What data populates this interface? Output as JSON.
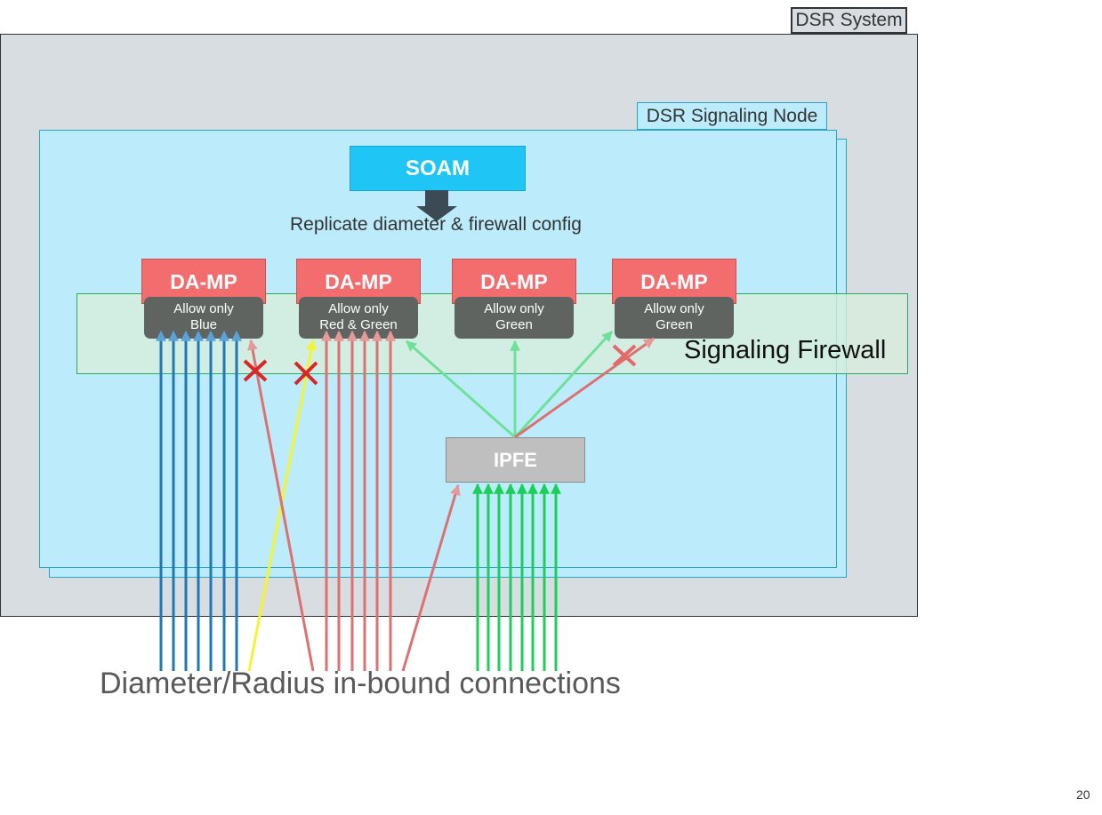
{
  "system": {
    "label": "DSR System"
  },
  "node": {
    "label": "DSR Signaling Node"
  },
  "soam": {
    "label": "SOAM"
  },
  "replicate": {
    "text": "Replicate diameter & firewall config"
  },
  "damps": [
    {
      "label": "DA-MP",
      "allow_line1": "Allow only",
      "allow_line2": "Blue"
    },
    {
      "label": "DA-MP",
      "allow_line1": "Allow only",
      "allow_line2": "Red & Green"
    },
    {
      "label": "DA-MP",
      "allow_line1": "Allow only",
      "allow_line2": "Green"
    },
    {
      "label": "DA-MP",
      "allow_line1": "Allow only",
      "allow_line2": "Green"
    }
  ],
  "firewall": {
    "label": "Signaling Firewall"
  },
  "ipfe": {
    "label": "IPFE"
  },
  "inbound": {
    "label": "Diameter/Radius in-bound connections"
  },
  "page": {
    "number": "20"
  },
  "colors": {
    "blue": "#1f77b4",
    "red": "#dd7070",
    "green": "#1ccf5a",
    "yellow": "#f4f430",
    "cross": "#d92626"
  }
}
